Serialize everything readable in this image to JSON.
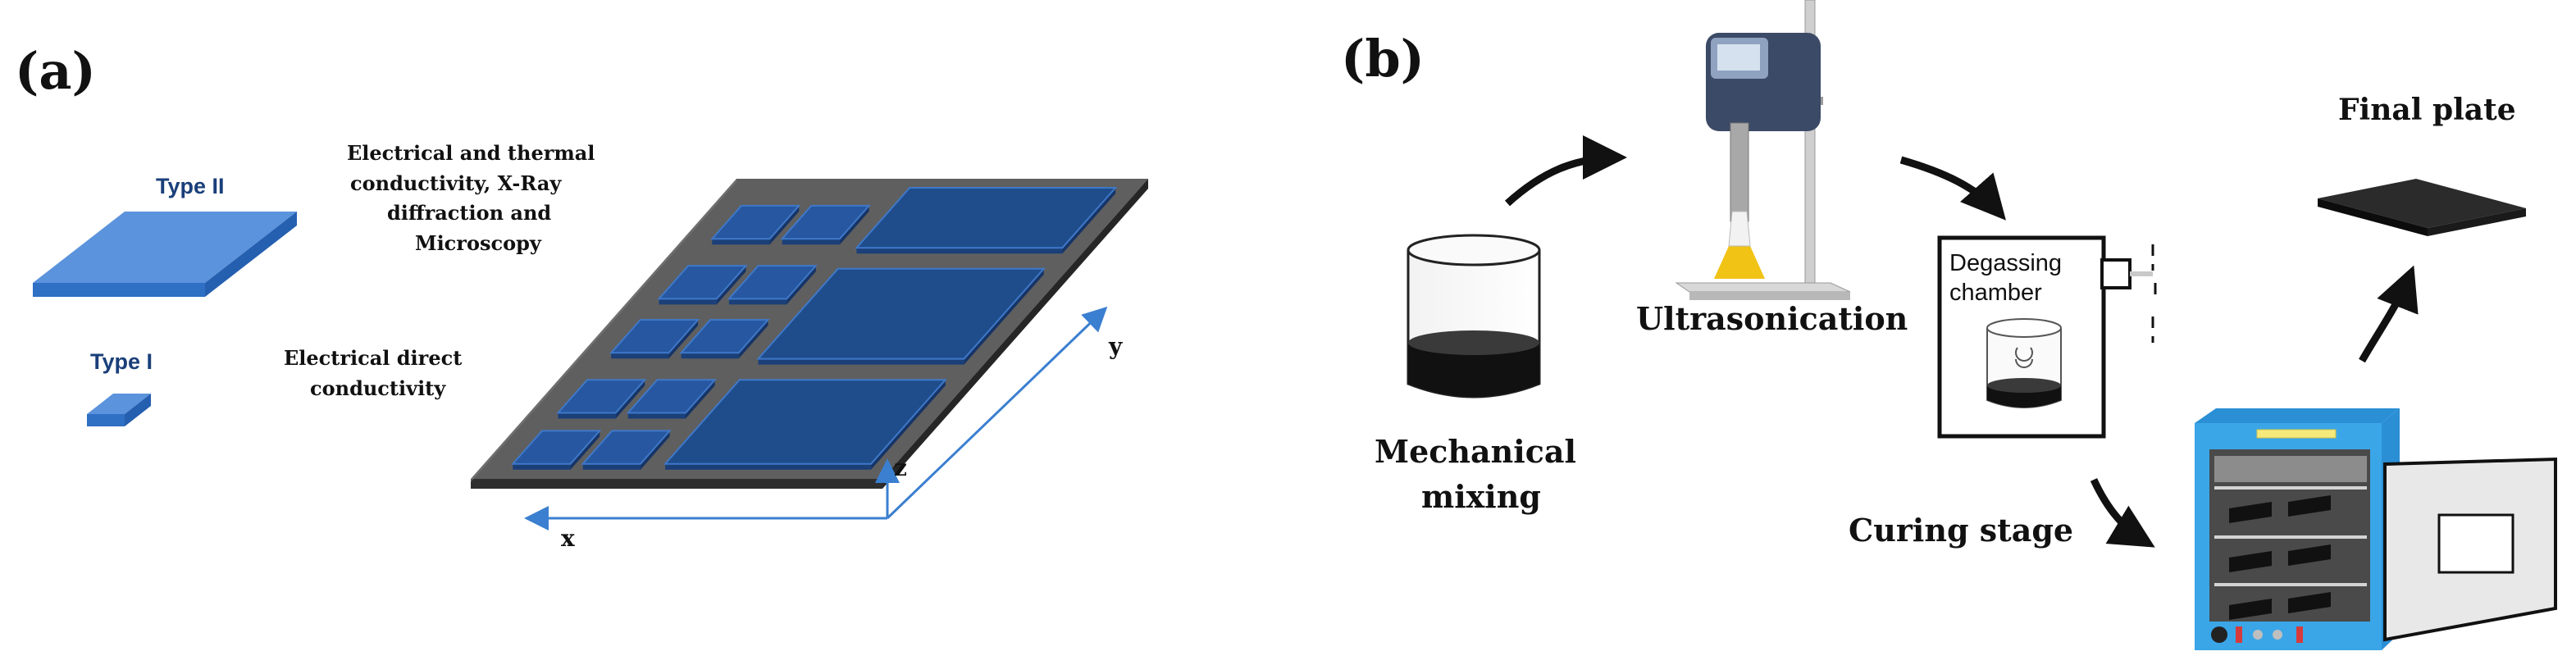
{
  "panel_a": {
    "label": "(a)",
    "type2_label": "Type II",
    "type1_label": "Type I",
    "type2_desc_lines": [
      "Electrical and thermal",
      "conductivity, X-Ray",
      "diffraction and",
      "Microscopy"
    ],
    "type1_desc_lines": [
      "Electrical direct",
      "conductivity"
    ],
    "axes": {
      "x": "x",
      "y": "y",
      "z": "z"
    }
  },
  "panel_b": {
    "label": "(b)",
    "mechanical_mixing_lines": [
      "Mechanical",
      "mixing"
    ],
    "ultrasonication": "Ultrasonication",
    "degassing_lines": [
      "Degassing",
      "chamber"
    ],
    "curing_stage": "Curing stage",
    "final_plate": "Final plate"
  },
  "colors": {
    "specimen_blue": "#4a86d8",
    "plate_dark": "#5e5e5e",
    "specimen_navy": "#1f4d8c",
    "type_label_navy": "#1a3f7a",
    "oven_blue": "#3aa6e8"
  }
}
